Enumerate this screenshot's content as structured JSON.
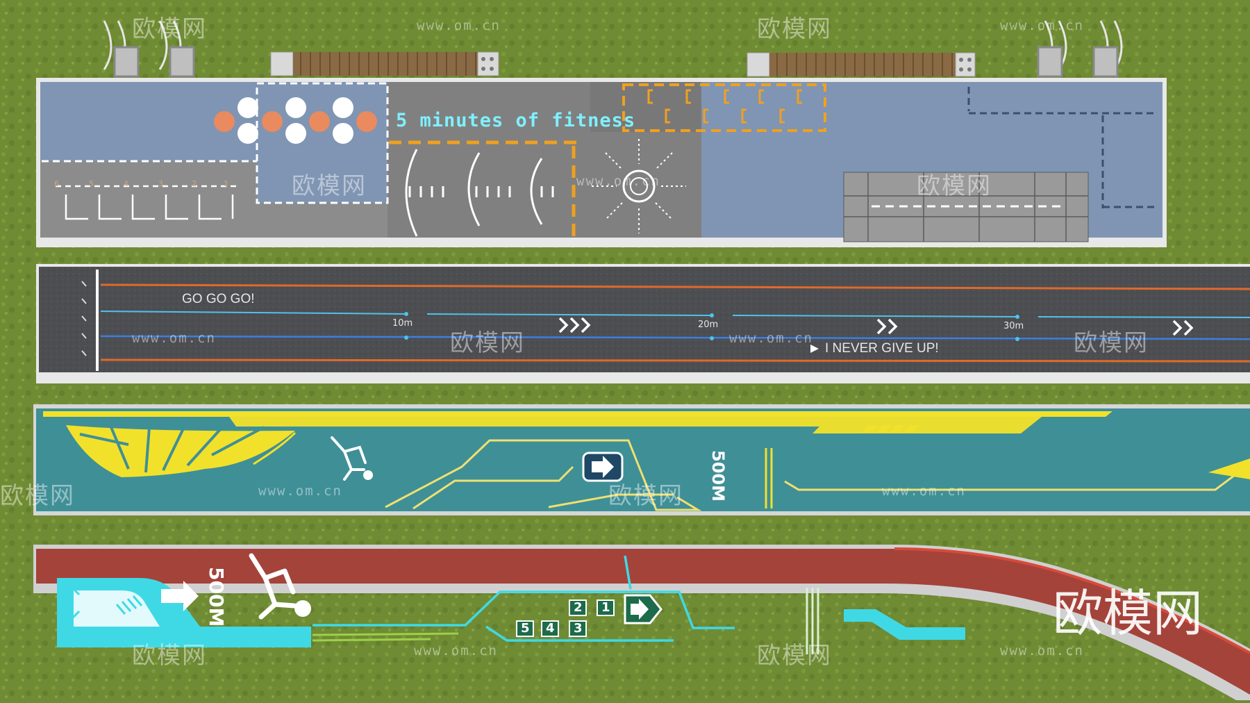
{
  "colors": {
    "grass": "#6f8b34",
    "slab_border": "#e8e8e8",
    "blue_floor": "#7f95b3",
    "grey_floor": "#8a8a8a",
    "asphalt": "#4d4e52",
    "teal_track": "#3f8f97",
    "red_track": "#a4433a",
    "cyan_line": "#3fd9e6",
    "orange_line": "#e06a2a",
    "yellow": "#f2e12a"
  },
  "watermark": {
    "brand": "欧模网",
    "url": "www.om.cn"
  },
  "fitness_pad": {
    "title": "5 minutes of fitness",
    "lane_numbers": [
      "6",
      "5",
      "4",
      "3",
      "2",
      "1"
    ]
  },
  "running_lane": {
    "slogan_1": "GO GO GO!",
    "slogan_2": "I NEVER  GIVE UP!",
    "marks": [
      "10m",
      "20m",
      "30m"
    ]
  },
  "teal_track": {
    "distance": "500M"
  },
  "red_track": {
    "distance": "500M",
    "numbers": [
      "1",
      "2",
      "3",
      "4",
      "5"
    ]
  },
  "icons": [
    "runner-icon",
    "arrow-right-icon",
    "chevron-double-icon",
    "bike-rack-icon"
  ]
}
